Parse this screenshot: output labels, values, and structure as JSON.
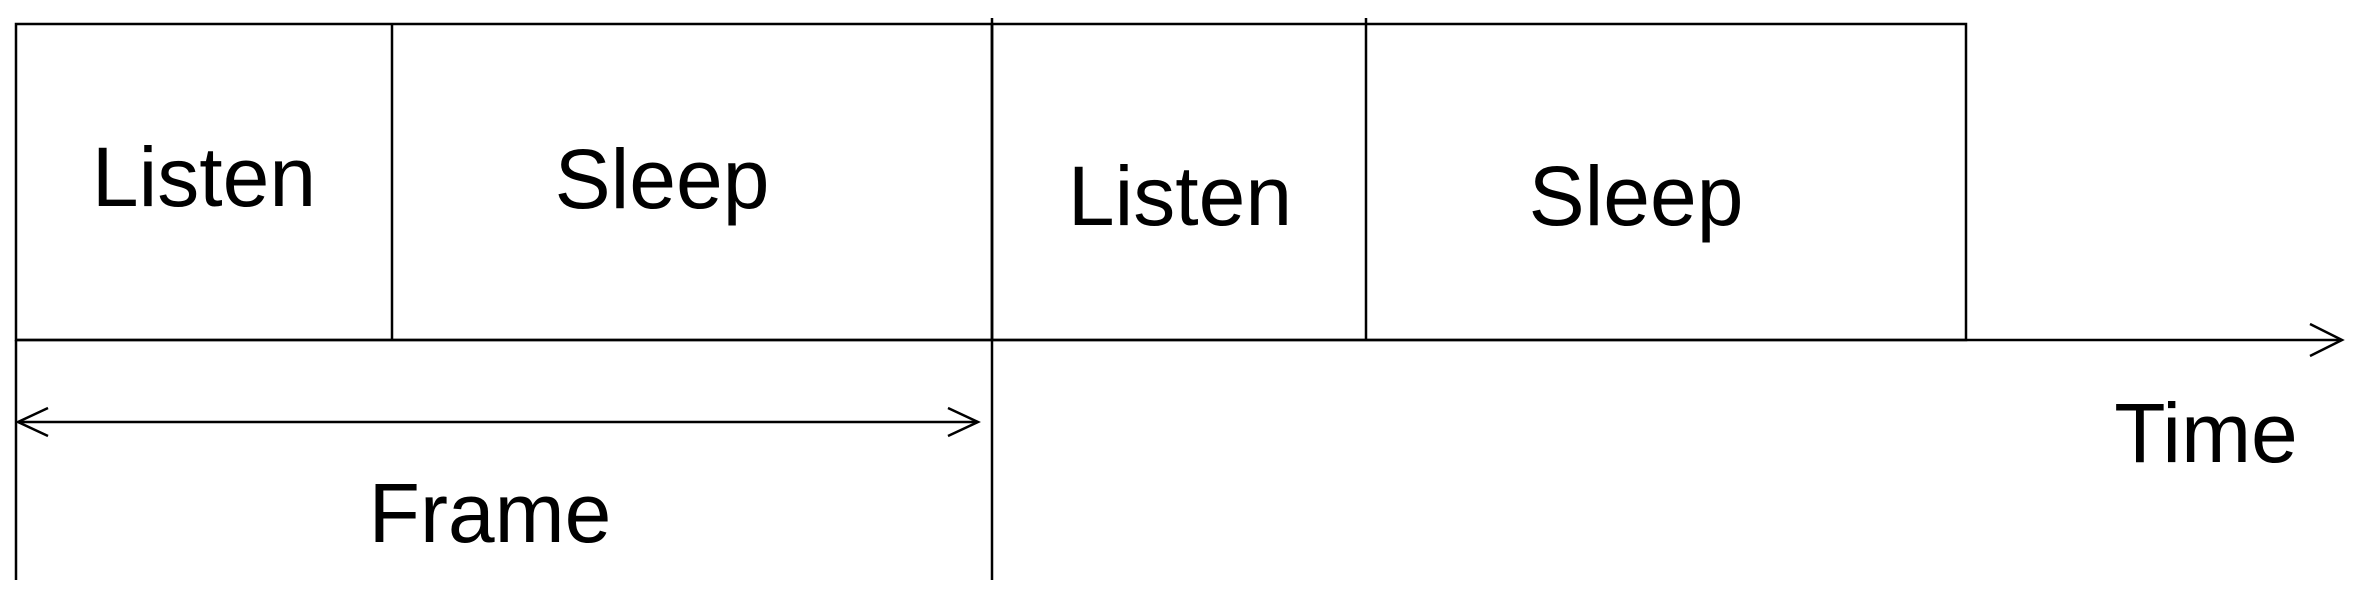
{
  "diagram": {
    "slots": [
      {
        "label": "Listen"
      },
      {
        "label": "Sleep"
      },
      {
        "label": "Listen"
      },
      {
        "label": "Sleep"
      }
    ],
    "frame_label": "Frame",
    "axis_label": "Time",
    "line_color": "#000000",
    "background": "#ffffff"
  }
}
